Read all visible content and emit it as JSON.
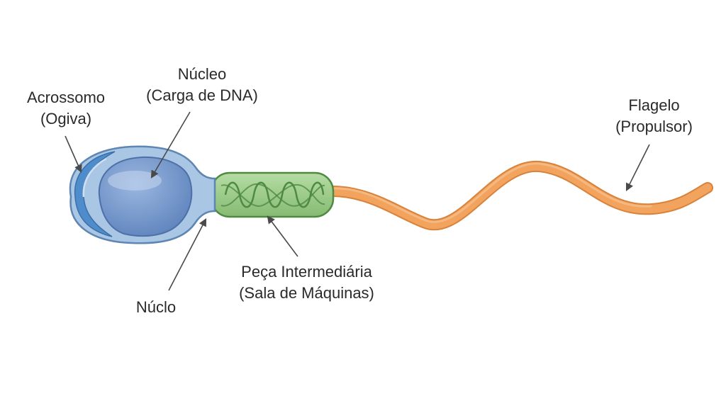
{
  "labels": {
    "acrossomo": {
      "line1": "Acrossomo",
      "line2": "(Ogiva)"
    },
    "nucleo": {
      "line1": "Núcleo",
      "line2": "(Carga de DNA)"
    },
    "flagelo": {
      "line1": "Flagelo",
      "line2": "(Propulsor)"
    },
    "peca": {
      "line1": "Peça Intermediária",
      "line2": "(Sala de Máquinas)"
    },
    "nuclo": {
      "line1": "Núclo"
    }
  },
  "colors": {
    "head_outer": "#a9c6e4",
    "head_stroke": "#5e86b3",
    "acrosome": "#4f8ccb",
    "nucleus": "#6f93c9",
    "midpiece": "#9ccc8a",
    "midpiece_stroke": "#4f8a43",
    "flagellum": "#f2a45e",
    "flagellum_edge": "#d9823b",
    "arrow": "#4a4a4a"
  }
}
